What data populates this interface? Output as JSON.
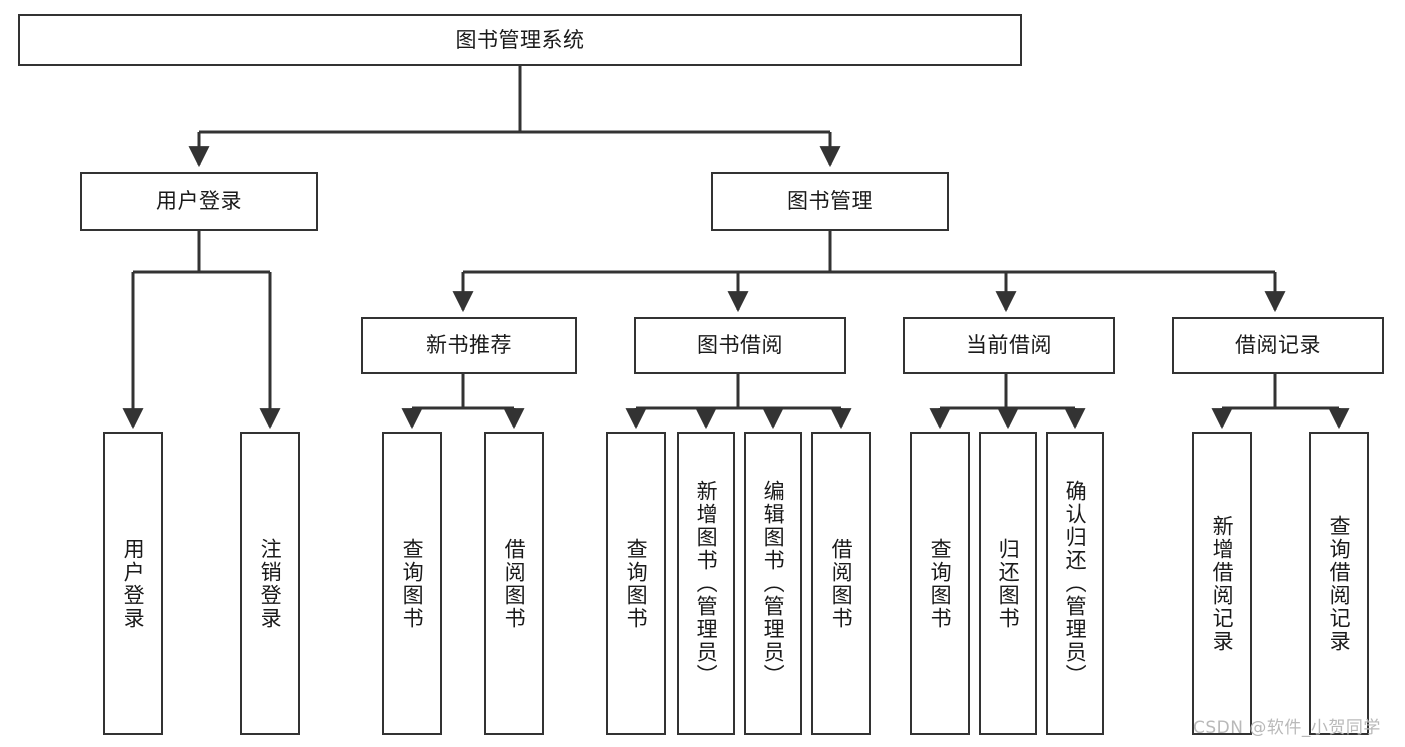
{
  "diagram": {
    "title": "图书管理系统",
    "type": "hierarchy-tree",
    "orientation": "top-down",
    "line_color": "#333333",
    "box_fill": "#ffffff",
    "text_color": "#1a1a1a",
    "levels": 4,
    "nodes": {
      "root": {
        "label": "图书管理系统",
        "level": 1,
        "text_direction": "horizontal"
      },
      "l2": [
        {
          "id": "user-login",
          "label": "用户登录",
          "level": 2,
          "text_direction": "horizontal"
        },
        {
          "id": "book-manage",
          "label": "图书管理",
          "level": 2,
          "text_direction": "horizontal"
        }
      ],
      "l3": [
        {
          "id": "new-book-rec",
          "label": "新书推荐",
          "level": 3,
          "text_direction": "horizontal",
          "parent": "book-manage"
        },
        {
          "id": "book-borrow",
          "label": "图书借阅",
          "level": 3,
          "text_direction": "horizontal",
          "parent": "book-manage"
        },
        {
          "id": "current-borrow",
          "label": "当前借阅",
          "level": 3,
          "text_direction": "horizontal",
          "parent": "book-manage"
        },
        {
          "id": "borrow-record",
          "label": "借阅记录",
          "level": 3,
          "text_direction": "horizontal",
          "parent": "book-manage"
        }
      ],
      "leaves": [
        {
          "id": "leaf-user-login",
          "label": "用户登录",
          "parent": "user-login",
          "text_direction": "vertical"
        },
        {
          "id": "leaf-logout",
          "label": "注销登录",
          "parent": "user-login",
          "text_direction": "vertical"
        },
        {
          "id": "leaf-query-book-1",
          "label": "查询图书",
          "parent": "new-book-rec",
          "text_direction": "vertical"
        },
        {
          "id": "leaf-borrow-book-1",
          "label": "借阅图书",
          "parent": "new-book-rec",
          "text_direction": "vertical"
        },
        {
          "id": "leaf-query-book-2",
          "label": "查询图书",
          "parent": "book-borrow",
          "text_direction": "vertical"
        },
        {
          "id": "leaf-add-book",
          "label": "新增图书（管理员）",
          "parent": "book-borrow",
          "text_direction": "vertical"
        },
        {
          "id": "leaf-edit-book",
          "label": "编辑图书（管理员）",
          "parent": "book-borrow",
          "text_direction": "vertical"
        },
        {
          "id": "leaf-borrow-book-2",
          "label": "借阅图书",
          "parent": "book-borrow",
          "text_direction": "vertical"
        },
        {
          "id": "leaf-query-book-3",
          "label": "查询图书",
          "parent": "current-borrow",
          "text_direction": "vertical"
        },
        {
          "id": "leaf-return-book",
          "label": "归还图书",
          "parent": "current-borrow",
          "text_direction": "vertical"
        },
        {
          "id": "leaf-confirm-return",
          "label": "确认归还（管理员）",
          "parent": "current-borrow",
          "text_direction": "vertical"
        },
        {
          "id": "leaf-add-record",
          "label": "新增借阅记录",
          "parent": "borrow-record",
          "text_direction": "vertical"
        },
        {
          "id": "leaf-query-record",
          "label": "查询借阅记录",
          "parent": "borrow-record",
          "text_direction": "vertical"
        }
      ]
    }
  },
  "watermark": {
    "text": "CSDN @软件_小贺同学"
  }
}
